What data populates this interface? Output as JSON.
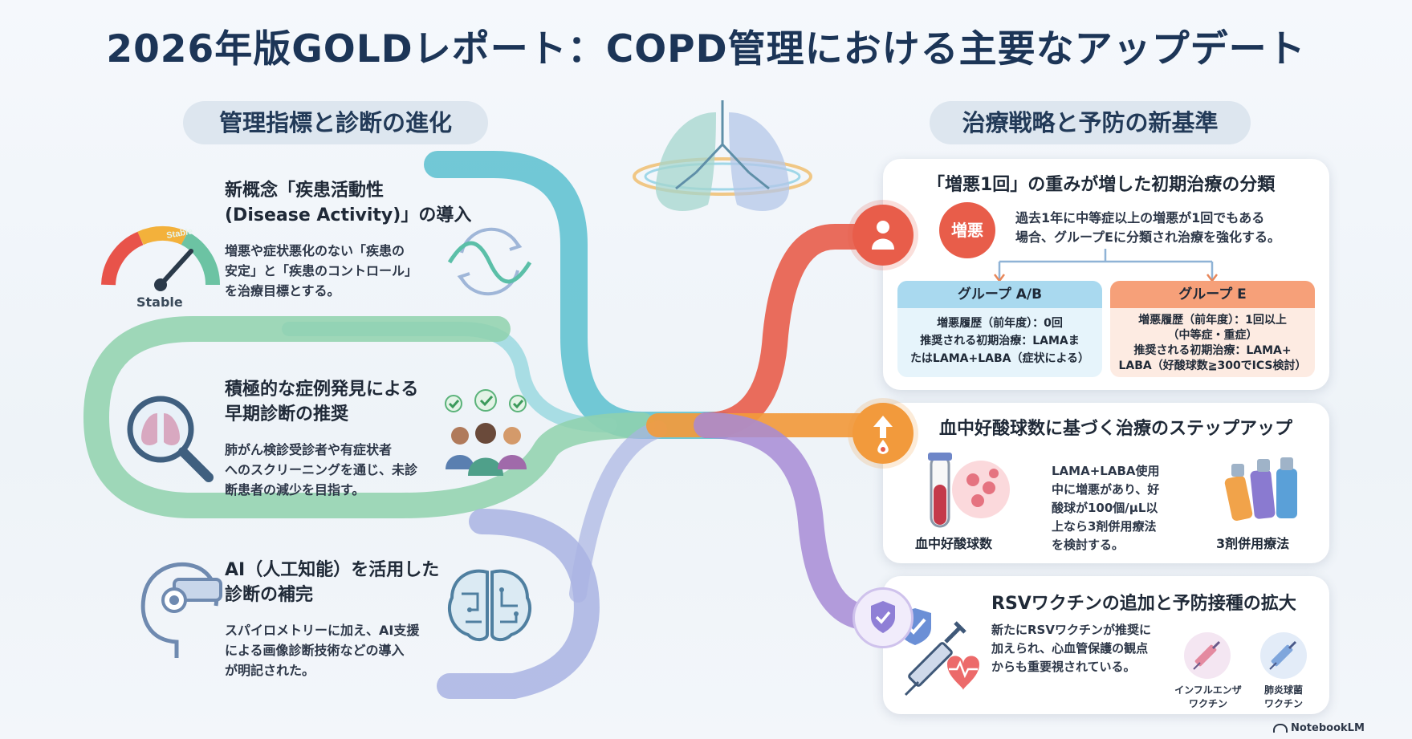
{
  "title": "2026年版GOLDレポート：COPD管理における主要なアップデート",
  "colors": {
    "teal": "#5bbfcf",
    "green": "#7cc8a2",
    "purple": "#9aa6dd",
    "red": "#e85d4a",
    "orange": "#f29a3c",
    "violet": "#a78bd6",
    "navy": "#1c3557",
    "groupAB": "#a9d9ef",
    "groupE": "#f6a079"
  },
  "left": {
    "heading": "管理指標と診断の進化",
    "gauge": {
      "label_top": "Stable",
      "label_bottom": "Stable"
    },
    "items": [
      {
        "title_l1": "新概念「疾患活動性",
        "title_l2": "(Disease Activity)」の導入",
        "desc_l1": "増悪や症状悪化のない「疾患の",
        "desc_l2": "安定」と「疾患のコントロール」",
        "desc_l3": "を治療目標とする。"
      },
      {
        "title_l1": "積極的な症例発見による",
        "title_l2": "早期診断の推奨",
        "desc_l1": "肺がん検診受診者や有症状者",
        "desc_l2": "へのスクリーニングを通じ、未診",
        "desc_l3": "断患者の減少を目指す。"
      },
      {
        "title_l1": "AI（人工知能）を活用した",
        "title_l2": "診断の補完",
        "desc_l1": "スパイロメトリーに加え、AI支援",
        "desc_l2": "による画像診断技術などの導入",
        "desc_l3": "が明記された。"
      }
    ]
  },
  "right": {
    "heading": "治療戦略と予防の新基準",
    "card1": {
      "title": "「増悪1回」の重みが増した初期治療の分類",
      "badge": "増悪",
      "desc_l1": "過去1年に中等症以上の増悪が1回でもある",
      "desc_l2": "場合、グループEに分類され治療を強化する。",
      "groupAB": {
        "name": "グループ A/B",
        "l1": "増悪履歴（前年度）：0回",
        "l2": "推奨される初期治療：LAMAま",
        "l3": "たはLAMA+LABA（症状による）"
      },
      "groupE": {
        "name": "グループ E",
        "l1": "増悪履歴（前年度）：1回以上",
        "l2": "（中等症・重症）",
        "l3": "推奨される初期治療：LAMA+",
        "l4": "LABA（好酸球数≧300でICS検討）"
      }
    },
    "card2": {
      "title": "血中好酸球数に基づく治療のステップアップ",
      "left_label": "血中好酸球数",
      "desc_l1": "LAMA+LABA使用",
      "desc_l2": "中に増悪があり、好",
      "desc_l3": "酸球が100個/μL以",
      "desc_l4": "上なら3剤併用療法",
      "desc_l5": "を検討する。",
      "right_label": "3剤併用療法"
    },
    "card3": {
      "title": "RSVワクチンの追加と予防接種の拡大",
      "desc_l1": "新たにRSVワクチンが推奨に",
      "desc_l2": "加えられ、心血管保護の観点",
      "desc_l3": "からも重要視されている。",
      "vaccine1_l1": "インフルエンザ",
      "vaccine1_l2": "ワクチン",
      "vaccine2_l1": "肺炎球菌",
      "vaccine2_l2": "ワクチン"
    }
  },
  "footer": {
    "brand": "NotebookLM"
  }
}
